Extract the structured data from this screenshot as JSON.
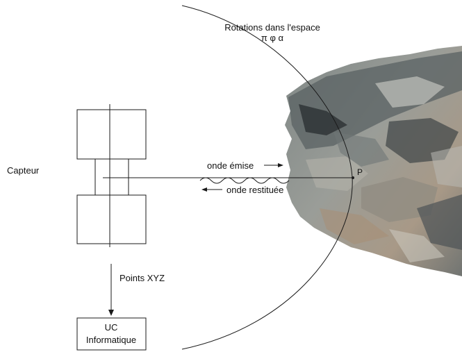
{
  "labels": {
    "rotations_title": "Rotations dans l'espace",
    "rotations_symbols": "π φ α",
    "capteur": "Capteur",
    "onde_emise": "onde émise",
    "onde_restituee": "onde restituée",
    "point_p": "P",
    "points_xyz": "Points XYZ",
    "uc_line1": "UC",
    "uc_line2": "Informatique"
  },
  "colors": {
    "line": "#1a1a1a",
    "rock_dark": "#5d6466",
    "rock_mid": "#8d9291",
    "rock_light": "#b9bab4",
    "rock_warm": "#a88e75",
    "rock_shadow": "#2c3133"
  }
}
